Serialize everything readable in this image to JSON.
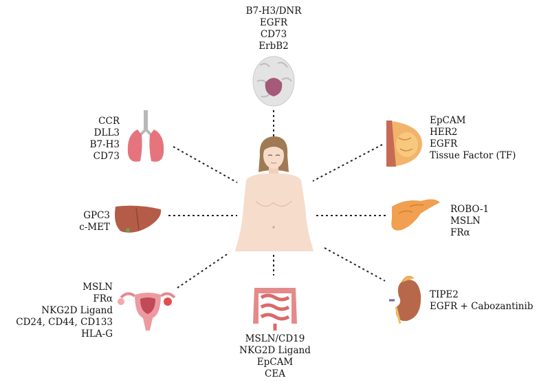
{
  "organs": {
    "brain": {
      "targets": [
        "B7-H3/DNR",
        "EGFR",
        "CD73",
        "ErbB2"
      ]
    },
    "lung": {
      "targets": [
        "CCR",
        "DLL3",
        "B7-H3",
        "CD73"
      ]
    },
    "breast": {
      "targets": [
        "EpCAM",
        "HER2",
        "EGFR",
        "Tissue Factor (TF)"
      ]
    },
    "liver": {
      "targets": [
        "GPC3",
        "c-MET"
      ]
    },
    "pancreas": {
      "targets": [
        "ROBO-1",
        "MSLN",
        "FRα"
      ]
    },
    "ovary": {
      "targets": [
        "MSLN",
        "FRα",
        "NKG2D Ligand",
        "CD24, CD44, CD133",
        "HLA-G"
      ]
    },
    "intestine": {
      "targets": [
        "MSLN/CD19",
        "NKG2D Ligand",
        "EpCAM",
        "CEA"
      ]
    },
    "kidney": {
      "targets": [
        "TIPE2",
        "EGFR + Cabozantinib"
      ]
    }
  },
  "colors": {
    "skin": "#f6dccb",
    "hair": "#a07a52",
    "lung": "#e0707a",
    "liver": "#b05a4a",
    "pancreas": "#f0a050",
    "intestine": "#e58a8a",
    "kidney": "#b8684a",
    "uterus": "#e08a90",
    "brain": "#d7d7d7"
  }
}
